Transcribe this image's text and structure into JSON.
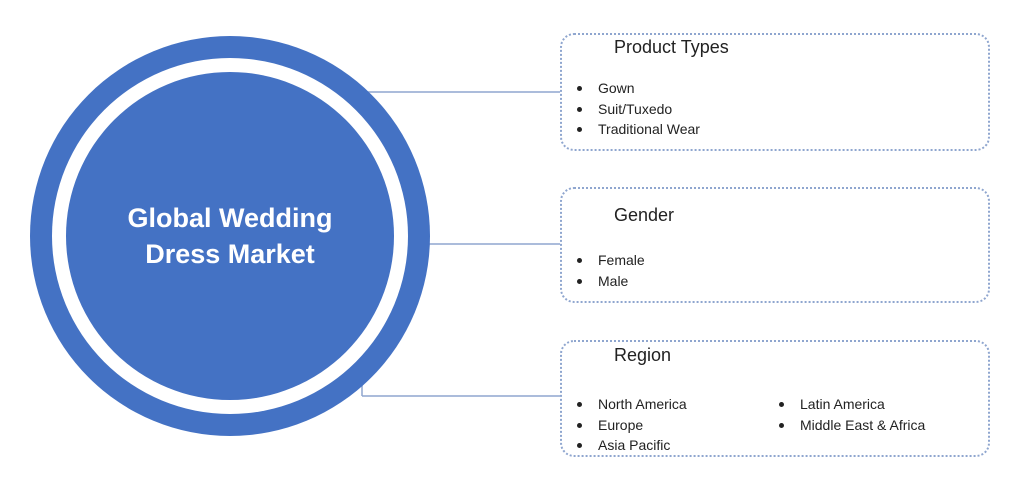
{
  "center": {
    "title": "Global Wedding Dress Market"
  },
  "segments": [
    {
      "title": "Product Types",
      "items": [
        "Gown",
        "Suit/Tuxedo",
        "Traditional Wear"
      ]
    },
    {
      "title": "Gender",
      "items": [
        "Female",
        "Male"
      ]
    },
    {
      "title": "Region",
      "items_left": [
        "North America",
        "Europe",
        "Asia Pacific"
      ],
      "items_right": [
        "Latin America",
        "Middle East & Africa"
      ]
    }
  ],
  "colors": {
    "accent": "#4472c4",
    "connector": "#8fa6cf",
    "box_border": "#8fa6cf"
  }
}
